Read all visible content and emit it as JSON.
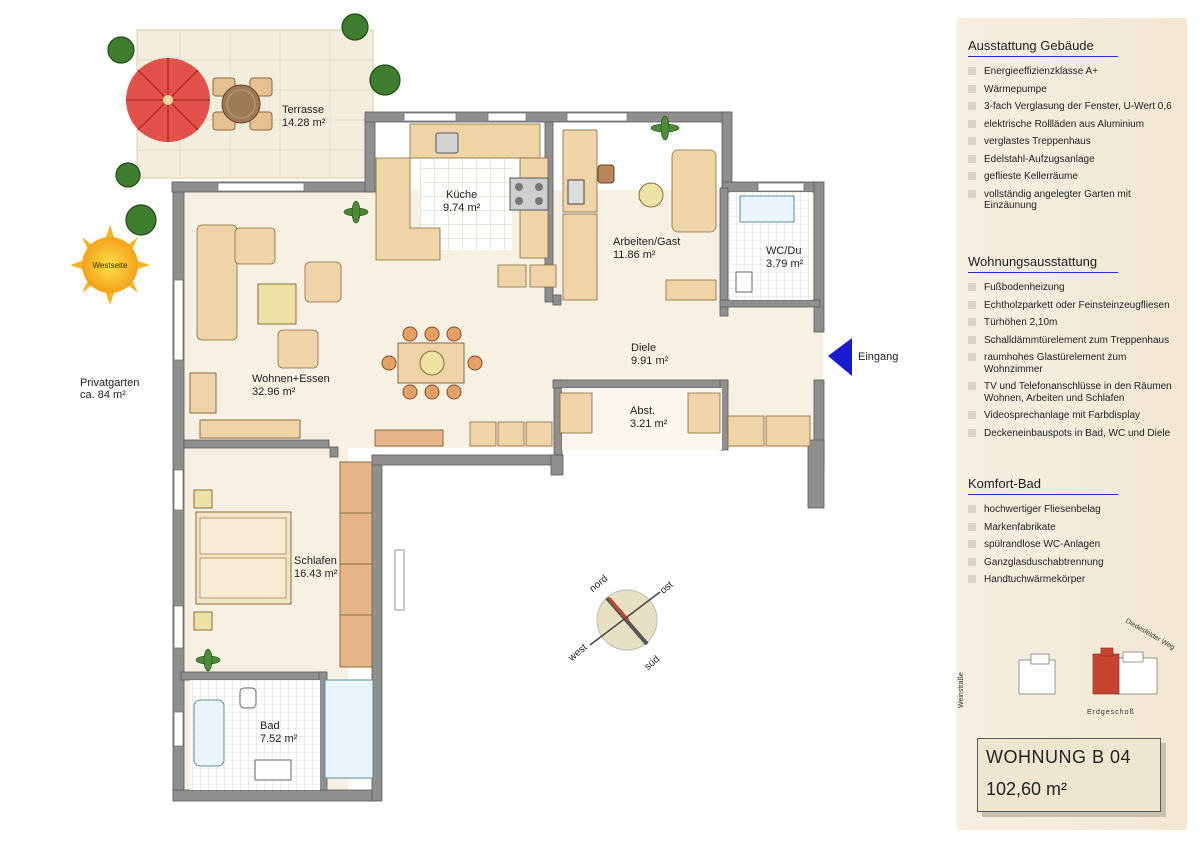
{
  "rooms": {
    "terrasse": {
      "name": "Terrasse",
      "area": "14.28 m²"
    },
    "kueche": {
      "name": "Küche",
      "area": "9.74 m²"
    },
    "arbeiten": {
      "name": "Arbeiten/Gast",
      "area": "11.86 m²"
    },
    "wc": {
      "name": "WC/Du",
      "area": "3.79 m²"
    },
    "wohnen": {
      "name": "Wohnen+Essen",
      "area": "32.96 m²"
    },
    "diele": {
      "name": "Diele",
      "area": "9.91 m²"
    },
    "abst": {
      "name": "Abst.",
      "area": "3.21 m²"
    },
    "schlafen": {
      "name": "Schlafen",
      "area": "16.43 m²"
    },
    "bad": {
      "name": "Bad",
      "area": "7.52 m²"
    }
  },
  "garden": {
    "name": "Privatgarten",
    "area": "ca. 84 m²"
  },
  "sun_label": "Westseite",
  "entrance_label": "Eingang",
  "compass": {
    "north": "nord",
    "east": "ost",
    "south": "süd",
    "west": "west"
  },
  "colors": {
    "wall": "#8a8a8a",
    "floor": "#f7f1e3",
    "furniture": "#e8c99a",
    "accent": "#1a1ad0",
    "highlight": "#c4462f"
  },
  "sections": [
    {
      "title": "Ausstattung Gebäude",
      "items": [
        "Energieeffizienzklasse A+",
        "Wärmepumpe",
        "3-fach Verglasung der Fenster, U-Wert 0,6",
        "elektrische Rollläden aus Aluminium",
        "verglastes Treppenhaus",
        "Edelstahl-Aufzugsanlage",
        "geflieste Kellerräume",
        "vollständig angelegter Garten mit Einzäunung"
      ]
    },
    {
      "title": "Wohnungsausstattung",
      "items": [
        "Fußbodenheizung",
        "Echtholzparkett oder Feinsteinzeugfliesen",
        "Türhöhen 2,10m",
        "Schalldämmtürelement zum Treppenhaus",
        "raumhohes Glastürelement zum Wohnzimmer",
        "TV und Telefonanschlüsse in den Räumen Wohnen, Arbeiten und Schlafen",
        "Videosprechanlage mit Farbdisplay",
        "Deckeneinbauspots in Bad, WC und Diele"
      ]
    },
    {
      "title": "Komfort-Bad",
      "items": [
        "hochwertiger Fliesenbelag",
        "Markenfabrikate",
        "spülrandlose WC-Anlagen",
        "Ganzglasduschabtrennung",
        "Handtuchwärmekörper"
      ]
    }
  ],
  "siteplan": {
    "street1": "Weinstraße",
    "street2": "Diedesfelder Weg",
    "floor": "Erdgeschoß"
  },
  "unit": {
    "title": "WOHNUNG  B 04",
    "area": "102,60 m²"
  }
}
